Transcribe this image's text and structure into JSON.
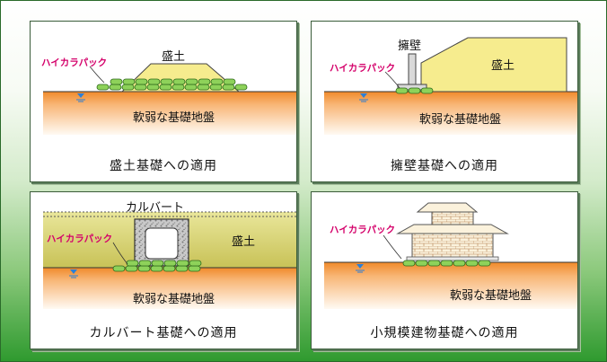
{
  "colors": {
    "accent_label": "#d4006a",
    "fill_mound": "#f6ec8e",
    "soft_ground_top": "#f49a3c",
    "soft_ground_bottom": "#fff6ec",
    "block_green": "#8ed25a",
    "water_mark": "#2a7fd8"
  },
  "icons": [
    "water-level-icon"
  ],
  "panels": {
    "embankment": {
      "product_label": "ハイカラパック",
      "fill_label": "盛土",
      "ground_label": "軟弱な基礎地盤",
      "caption": "盛土基礎への適用"
    },
    "retaining_wall": {
      "product_label": "ハイカラパック",
      "wall_label": "擁壁",
      "fill_label": "盛土",
      "ground_label": "軟弱な基礎地盤",
      "caption": "擁壁基礎への適用"
    },
    "culvert": {
      "product_label": "ハイカラパック",
      "culvert_label": "カルバート",
      "fill_label": "盛土",
      "ground_label": "軟弱な基礎地盤",
      "caption": "カルバート基礎への適用"
    },
    "building": {
      "product_label": "ハイカラパック",
      "ground_label": "軟弱な基礎地盤",
      "caption": "小規模建物基礎への適用"
    }
  }
}
